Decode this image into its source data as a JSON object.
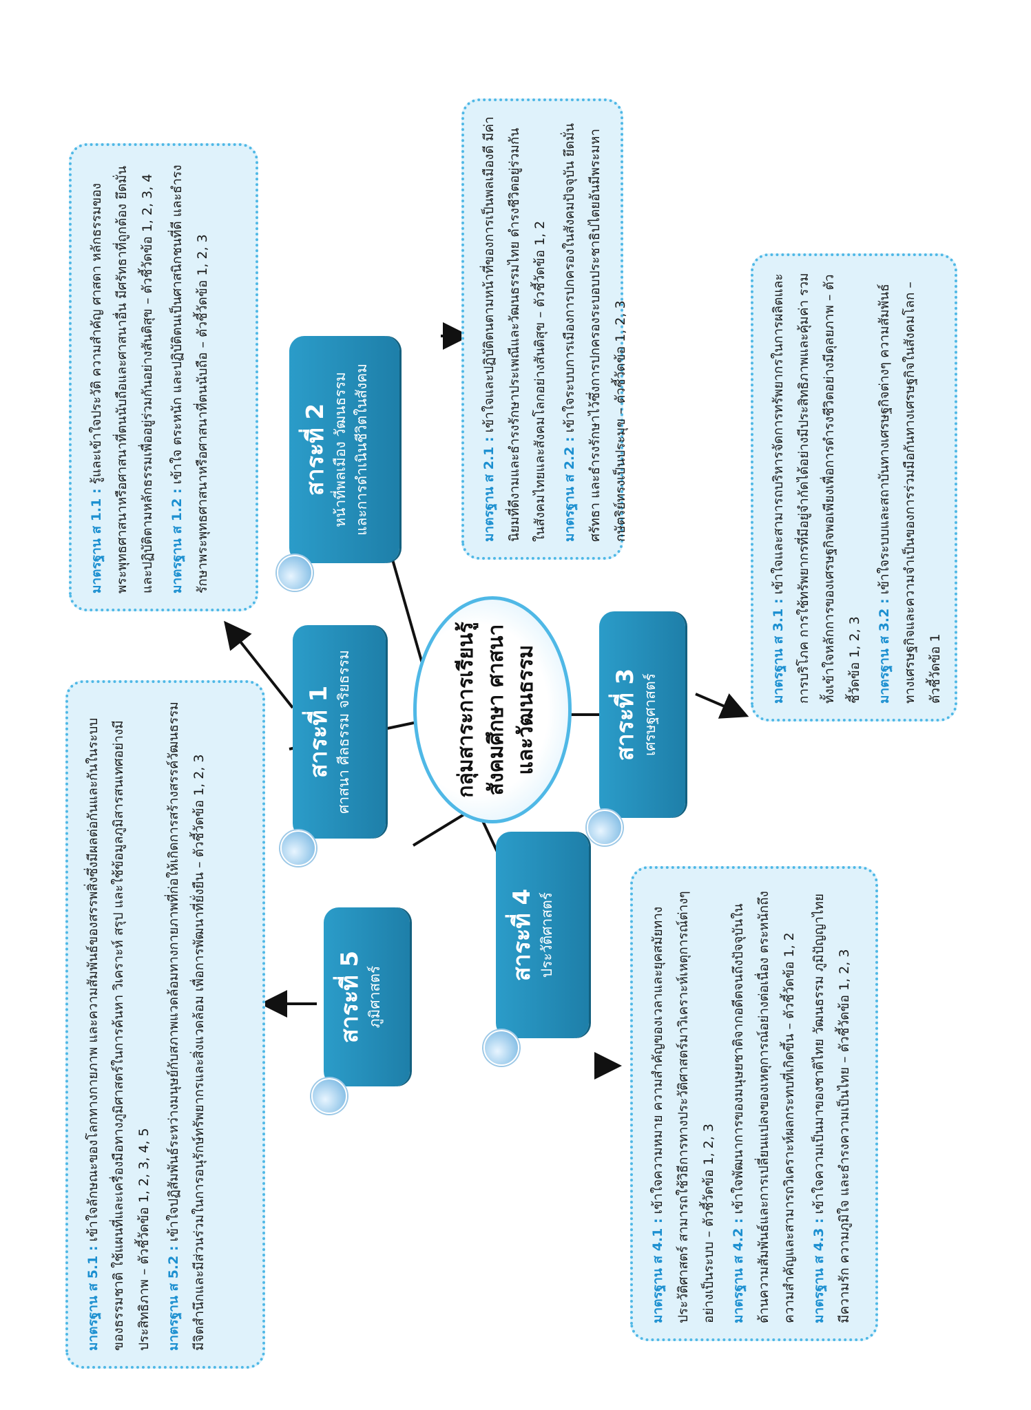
{
  "center": {
    "line1": "กลุ่มสาระการเรียนรู้",
    "line2": "สังคมศึกษา ศาสนา",
    "line3": "และวัฒนธรรม"
  },
  "subjects": [
    {
      "title": "สาระที่ 1",
      "name": "ศาสนา ศีลธรรม จริยธรรม"
    },
    {
      "title": "สาระที่ 2",
      "name_line1": "หน้าที่พลเมือง วัฒนธรรม",
      "name_line2": "และการดำเนินชีวิตในสังคม"
    },
    {
      "title": "สาระที่ 3",
      "name": "เศรษฐศาสตร์"
    },
    {
      "title": "สาระที่ 4",
      "name": "ประวัติศาสตร์"
    },
    {
      "title": "สาระที่ 5",
      "name": "ภูมิศาสตร์"
    }
  ],
  "standards": {
    "s1": [
      {
        "label": "มาตรฐาน ส 1.1 :",
        "text": "รู้และเข้าใจประวัติ ความสำคัญ ศาสดา หลักธรรมของพระพุทธศาสนาหรือศาสนาที่ตนนับถือและศาสนาอื่น มีศรัทธาที่ถูกต้อง ยึดมั่น และปฏิบัติตามหลักธรรมเพื่ออยู่ร่วมกันอย่างสันติสุข – ตัวชี้วัดข้อ 1, 2, 3, 4"
      },
      {
        "label": "มาตรฐาน ส 1.2 :",
        "text": "เข้าใจ ตระหนัก และปฏิบัติตนเป็นศาสนิกชนที่ดี และธำรงรักษาพระพุทธศาสนาหรือศาสนาที่ตนนับถือ – ตัวชี้วัดข้อ 1, 2, 3"
      }
    ],
    "s2": [
      {
        "label": "มาตรฐาน ส 2.1 :",
        "text": "เข้าใจและปฏิบัติตนตามหน้าที่ของการเป็นพลเมืองดี มีค่านิยมที่ดีงามและธำรงรักษาประเพณีและวัฒนธรรมไทย ดำรงชีวิตอยู่ร่วมกันในสังคมไทยและสังคมโลกอย่างสันติสุข – ตัวชี้วัดข้อ 1, 2"
      },
      {
        "label": "มาตรฐาน ส 2.2 :",
        "text": "เข้าใจระบบการเมืองการปกครองในสังคมปัจจุบัน ยึดมั่น ศรัทธา และธำรงรักษาไว้ซึ่งการปกครองระบอบประชาธิปไตยอันมีพระมหากษัตริย์ทรงเป็นประมุข – ตัวชี้วัดข้อ 1, 2, 3"
      }
    ],
    "s3": [
      {
        "label": "มาตรฐาน ส 3.1 :",
        "text": "เข้าใจและสามารถบริหารจัดการทรัพยากรในการผลิตและการบริโภค การใช้ทรัพยากรที่มีอยู่จำกัดได้อย่างมีประสิทธิภาพและคุ้มค่า รวมทั้งเข้าใจหลักการของเศรษฐกิจพอเพียงเพื่อการดำรงชีวิตอย่างมีดุลยภาพ – ตัวชี้วัดข้อ 1, 2, 3"
      },
      {
        "label": "มาตรฐาน ส 3.2 :",
        "text": "เข้าใจระบบและสถาบันทางเศรษฐกิจต่างๆ ความสัมพันธ์ทางเศรษฐกิจและความจำเป็นของการร่วมมือกันทางเศรษฐกิจในสังคมโลก – ตัวชี้วัดข้อ 1"
      }
    ],
    "s4": [
      {
        "label": "มาตรฐาน ส 4.1 :",
        "text": "เข้าใจความหมาย ความสำคัญของเวลาและยุคสมัยทางประวัติศาสตร์ สามารถใช้วิธีการทางประวัติศาสตร์มาวิเคราะห์เหตุการณ์ต่างๆ อย่างเป็นระบบ – ตัวชี้วัดข้อ 1, 2, 3"
      },
      {
        "label": "มาตรฐาน ส 4.2 :",
        "text": "เข้าใจพัฒนาการของมนุษยชาติจากอดีตจนถึงปัจจุบันในด้านความสัมพันธ์และการเปลี่ยนแปลงของเหตุการณ์อย่างต่อเนื่อง ตระหนักถึงความสำคัญและสามารถวิเคราะห์ผลกระทบที่เกิดขึ้น – ตัวชี้วัดข้อ 1, 2"
      },
      {
        "label": "มาตรฐาน ส 4.3 :",
        "text": "เข้าใจความเป็นมาของชาติไทย วัฒนธรรม ภูมิปัญญาไทย มีความรัก ความภูมิใจ และธำรงความเป็นไทย – ตัวชี้วัดข้อ 1, 2, 3"
      }
    ],
    "s5": [
      {
        "label": "มาตรฐาน ส 5.1 :",
        "text": "เข้าใจลักษณะของโลกทางกายภาพ และความสัมพันธ์ของสรรพสิ่งซึ่งมีผลต่อกันและกันในระบบของธรรมชาติ ใช้แผนที่และเครื่องมือทางภูมิศาสตร์ในการค้นหา วิเคราะห์ สรุป และใช้ข้อมูลภูมิสารสนเทศอย่างมีประสิทธิภาพ – ตัวชี้วัดข้อ 1, 2, 3, 4, 5"
      },
      {
        "label": "มาตรฐาน ส 5.2 :",
        "text": "เข้าใจปฏิสัมพันธ์ระหว่างมนุษย์กับสภาพแวดล้อมทางกายภาพที่ก่อให้เกิดการสร้างสรรค์วัฒนธรรม มีจิตสำนึกและมีส่วนร่วมในการอนุรักษ์ทรัพยากรและสิ่งแวดล้อม เพื่อการพัฒนาที่ยั่งยืน – ตัวชี้วัดข้อ 1, 2, 3"
      }
    ]
  },
  "colors": {
    "accent": "#1e7fa9",
    "border": "#4fb8e6",
    "box_bg": "#dff2fb",
    "label": "#1b8fd0"
  }
}
